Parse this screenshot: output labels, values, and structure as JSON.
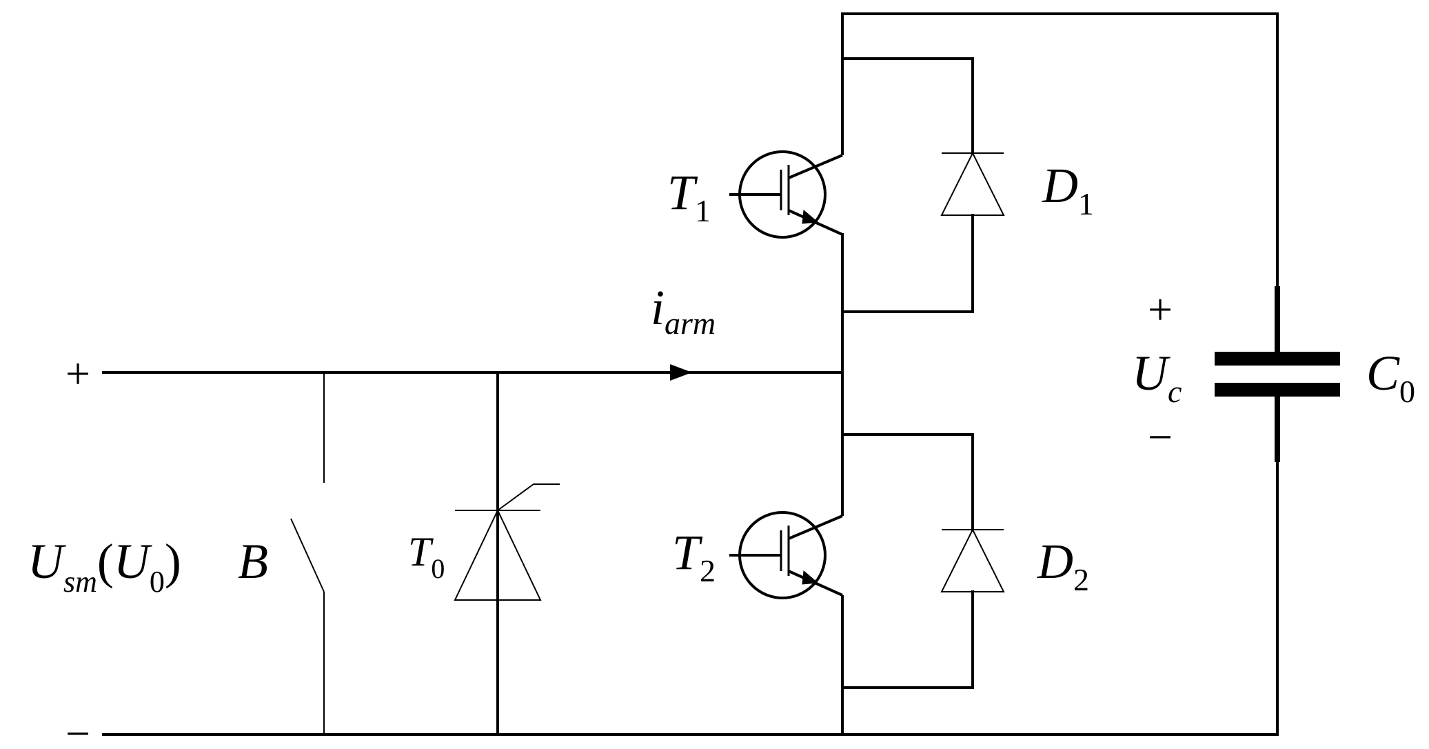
{
  "diagram": {
    "terminals": {
      "positive": "+",
      "negative": "−"
    },
    "labels": {
      "usm_main": "U",
      "usm_sub": "sm",
      "u0_open": "(",
      "u0_main": "U",
      "u0_sub": "0",
      "u0_close": ")",
      "bypass_switch": "B",
      "thyristor_main": "T",
      "thyristor_sub": "0",
      "t1_main": "T",
      "t1_sub": "1",
      "t2_main": "T",
      "t2_sub": "2",
      "d1_main": "D",
      "d1_sub": "1",
      "d2_main": "D",
      "d2_sub": "2",
      "current_main": "i",
      "current_sub": "arm",
      "cap_plus": "+",
      "cap_minus": "−",
      "uc_main": "U",
      "uc_sub": "c",
      "capacitor_main": "C",
      "capacitor_sub": "0"
    },
    "colors": {
      "line": "#000000",
      "background": "#ffffff"
    }
  }
}
